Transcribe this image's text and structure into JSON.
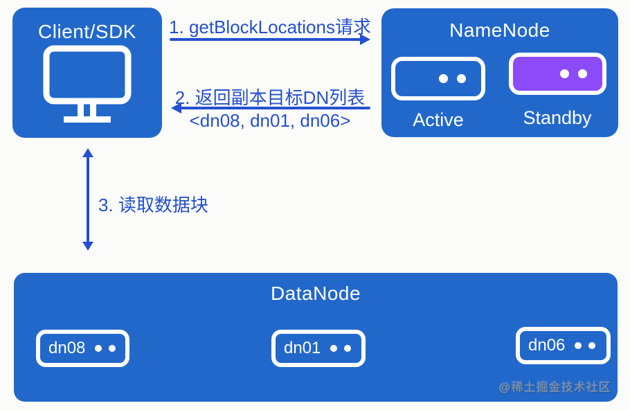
{
  "colors": {
    "box_blue": "#2268cb",
    "standby_purple": "#8c4bf7",
    "arrow_blue": "#2450d0",
    "background": "#fbfbf9",
    "white": "#ffffff"
  },
  "client": {
    "title": "Client/SDK",
    "icon": "monitor-icon"
  },
  "messages": {
    "step1": "1. getBlockLocations请求",
    "step2": "2. 返回副本目标DN列表",
    "step2_detail": "<dn08, dn01, dn06>",
    "step3": "3. 读取数据块"
  },
  "namenode": {
    "title": "NameNode",
    "nodes": [
      {
        "label": "Active",
        "variant": "active",
        "icon": "server-icon"
      },
      {
        "label": "Standby",
        "variant": "standby",
        "icon": "server-icon"
      }
    ]
  },
  "datanode": {
    "title": "DataNode",
    "nodes": [
      {
        "label": "dn08",
        "icon": "server-icon"
      },
      {
        "label": "dn01",
        "icon": "server-icon"
      },
      {
        "label": "dn06",
        "icon": "server-icon"
      }
    ]
  },
  "watermark": "@稀土掘金技术社区"
}
